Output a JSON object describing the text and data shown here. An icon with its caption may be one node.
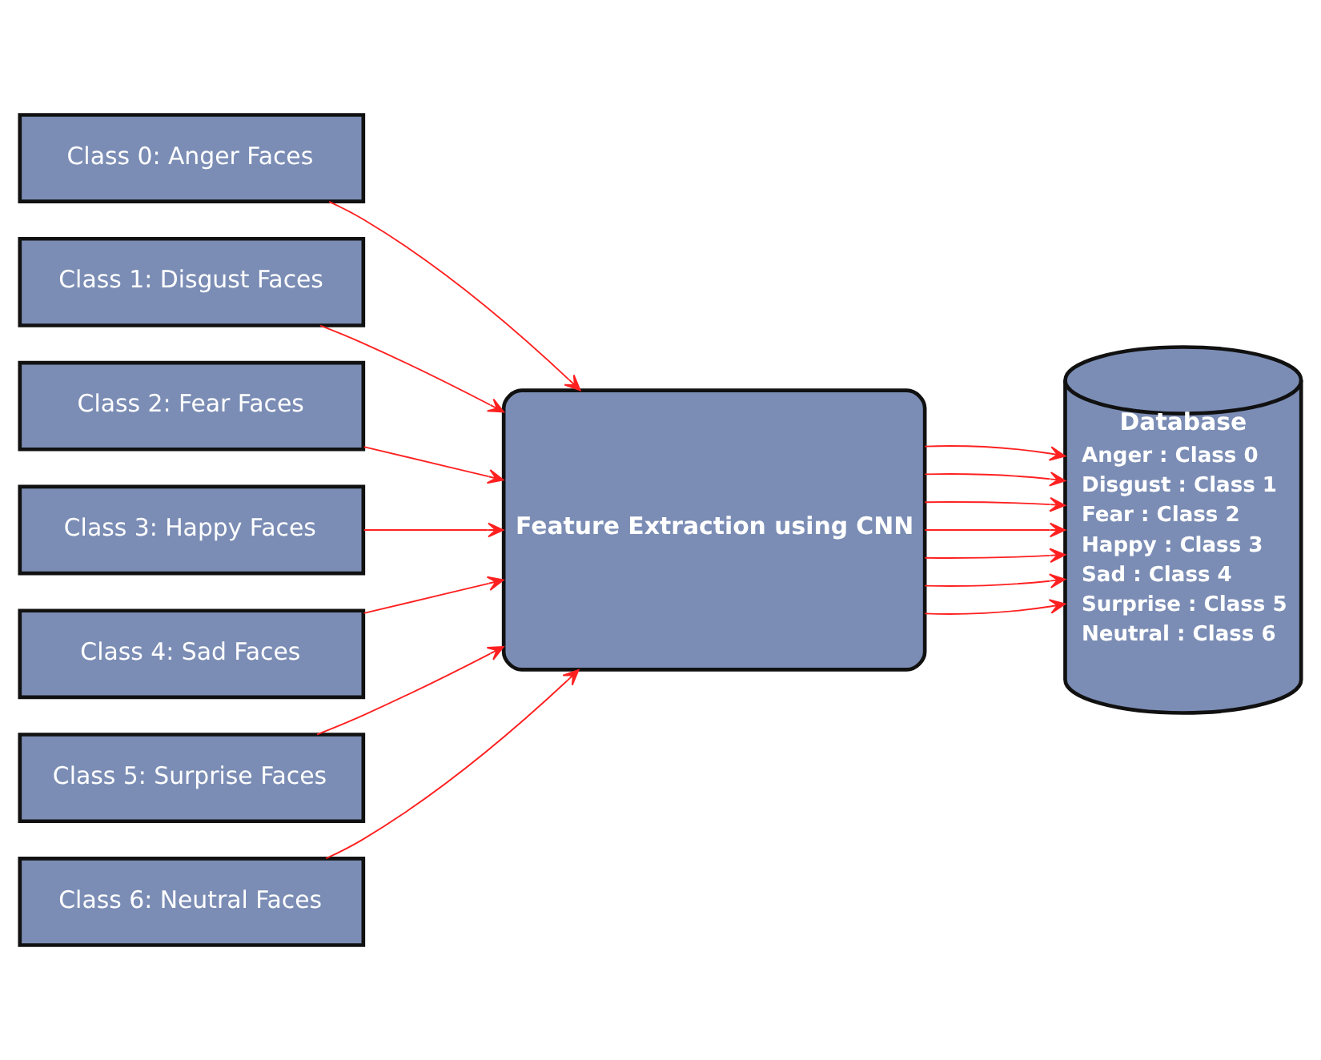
{
  "diagram": {
    "nodes": [
      {
        "text": [
          "Class 0: Anger Faces"
        ]
      },
      {
        "text": [
          "Class 1: Disgust Faces"
        ]
      },
      {
        "text": [
          "Class 2: Fear Faces"
        ]
      },
      {
        "text": [
          "Class 3: Happy Faces"
        ]
      },
      {
        "text": [
          "Class 4: Sad Faces"
        ]
      },
      {
        "text": [
          "Class 5: Surprise Faces"
        ]
      },
      {
        "text": [
          "Class 6: Neutral Faces"
        ]
      },
      {
        "text": [
          "Feature Extraction using CNN"
        ]
      },
      {
        "text": [
          "Database",
          "Anger : Class 0",
          "Disgust : Class 1",
          "Fear : Class 2",
          "Happy : Class 3",
          "Sad : Class 4",
          "Surprise : Class 5",
          "Neutral : Class 6"
        ]
      }
    ],
    "edges": [
      {
        "from": 0,
        "to": 7,
        "arrow": "to"
      },
      {
        "from": 1,
        "to": 7,
        "arrow": "to"
      },
      {
        "from": 2,
        "to": 7,
        "arrow": "to"
      },
      {
        "from": 3,
        "to": 7,
        "arrow": "to"
      },
      {
        "from": 4,
        "to": 7,
        "arrow": "to"
      },
      {
        "from": 5,
        "to": 7,
        "arrow": "to"
      },
      {
        "from": 6,
        "to": 7,
        "arrow": "to"
      },
      {
        "from": 7,
        "to": 8,
        "arrow": "to"
      },
      {
        "from": 7,
        "to": 8,
        "arrow": "to"
      },
      {
        "from": 7,
        "to": 8,
        "arrow": "to"
      },
      {
        "from": 7,
        "to": 8,
        "arrow": "to"
      },
      {
        "from": 7,
        "to": 8,
        "arrow": "to"
      },
      {
        "from": 7,
        "to": 8,
        "arrow": "to"
      },
      {
        "from": 7,
        "to": 8,
        "arrow": "to"
      }
    ]
  }
}
